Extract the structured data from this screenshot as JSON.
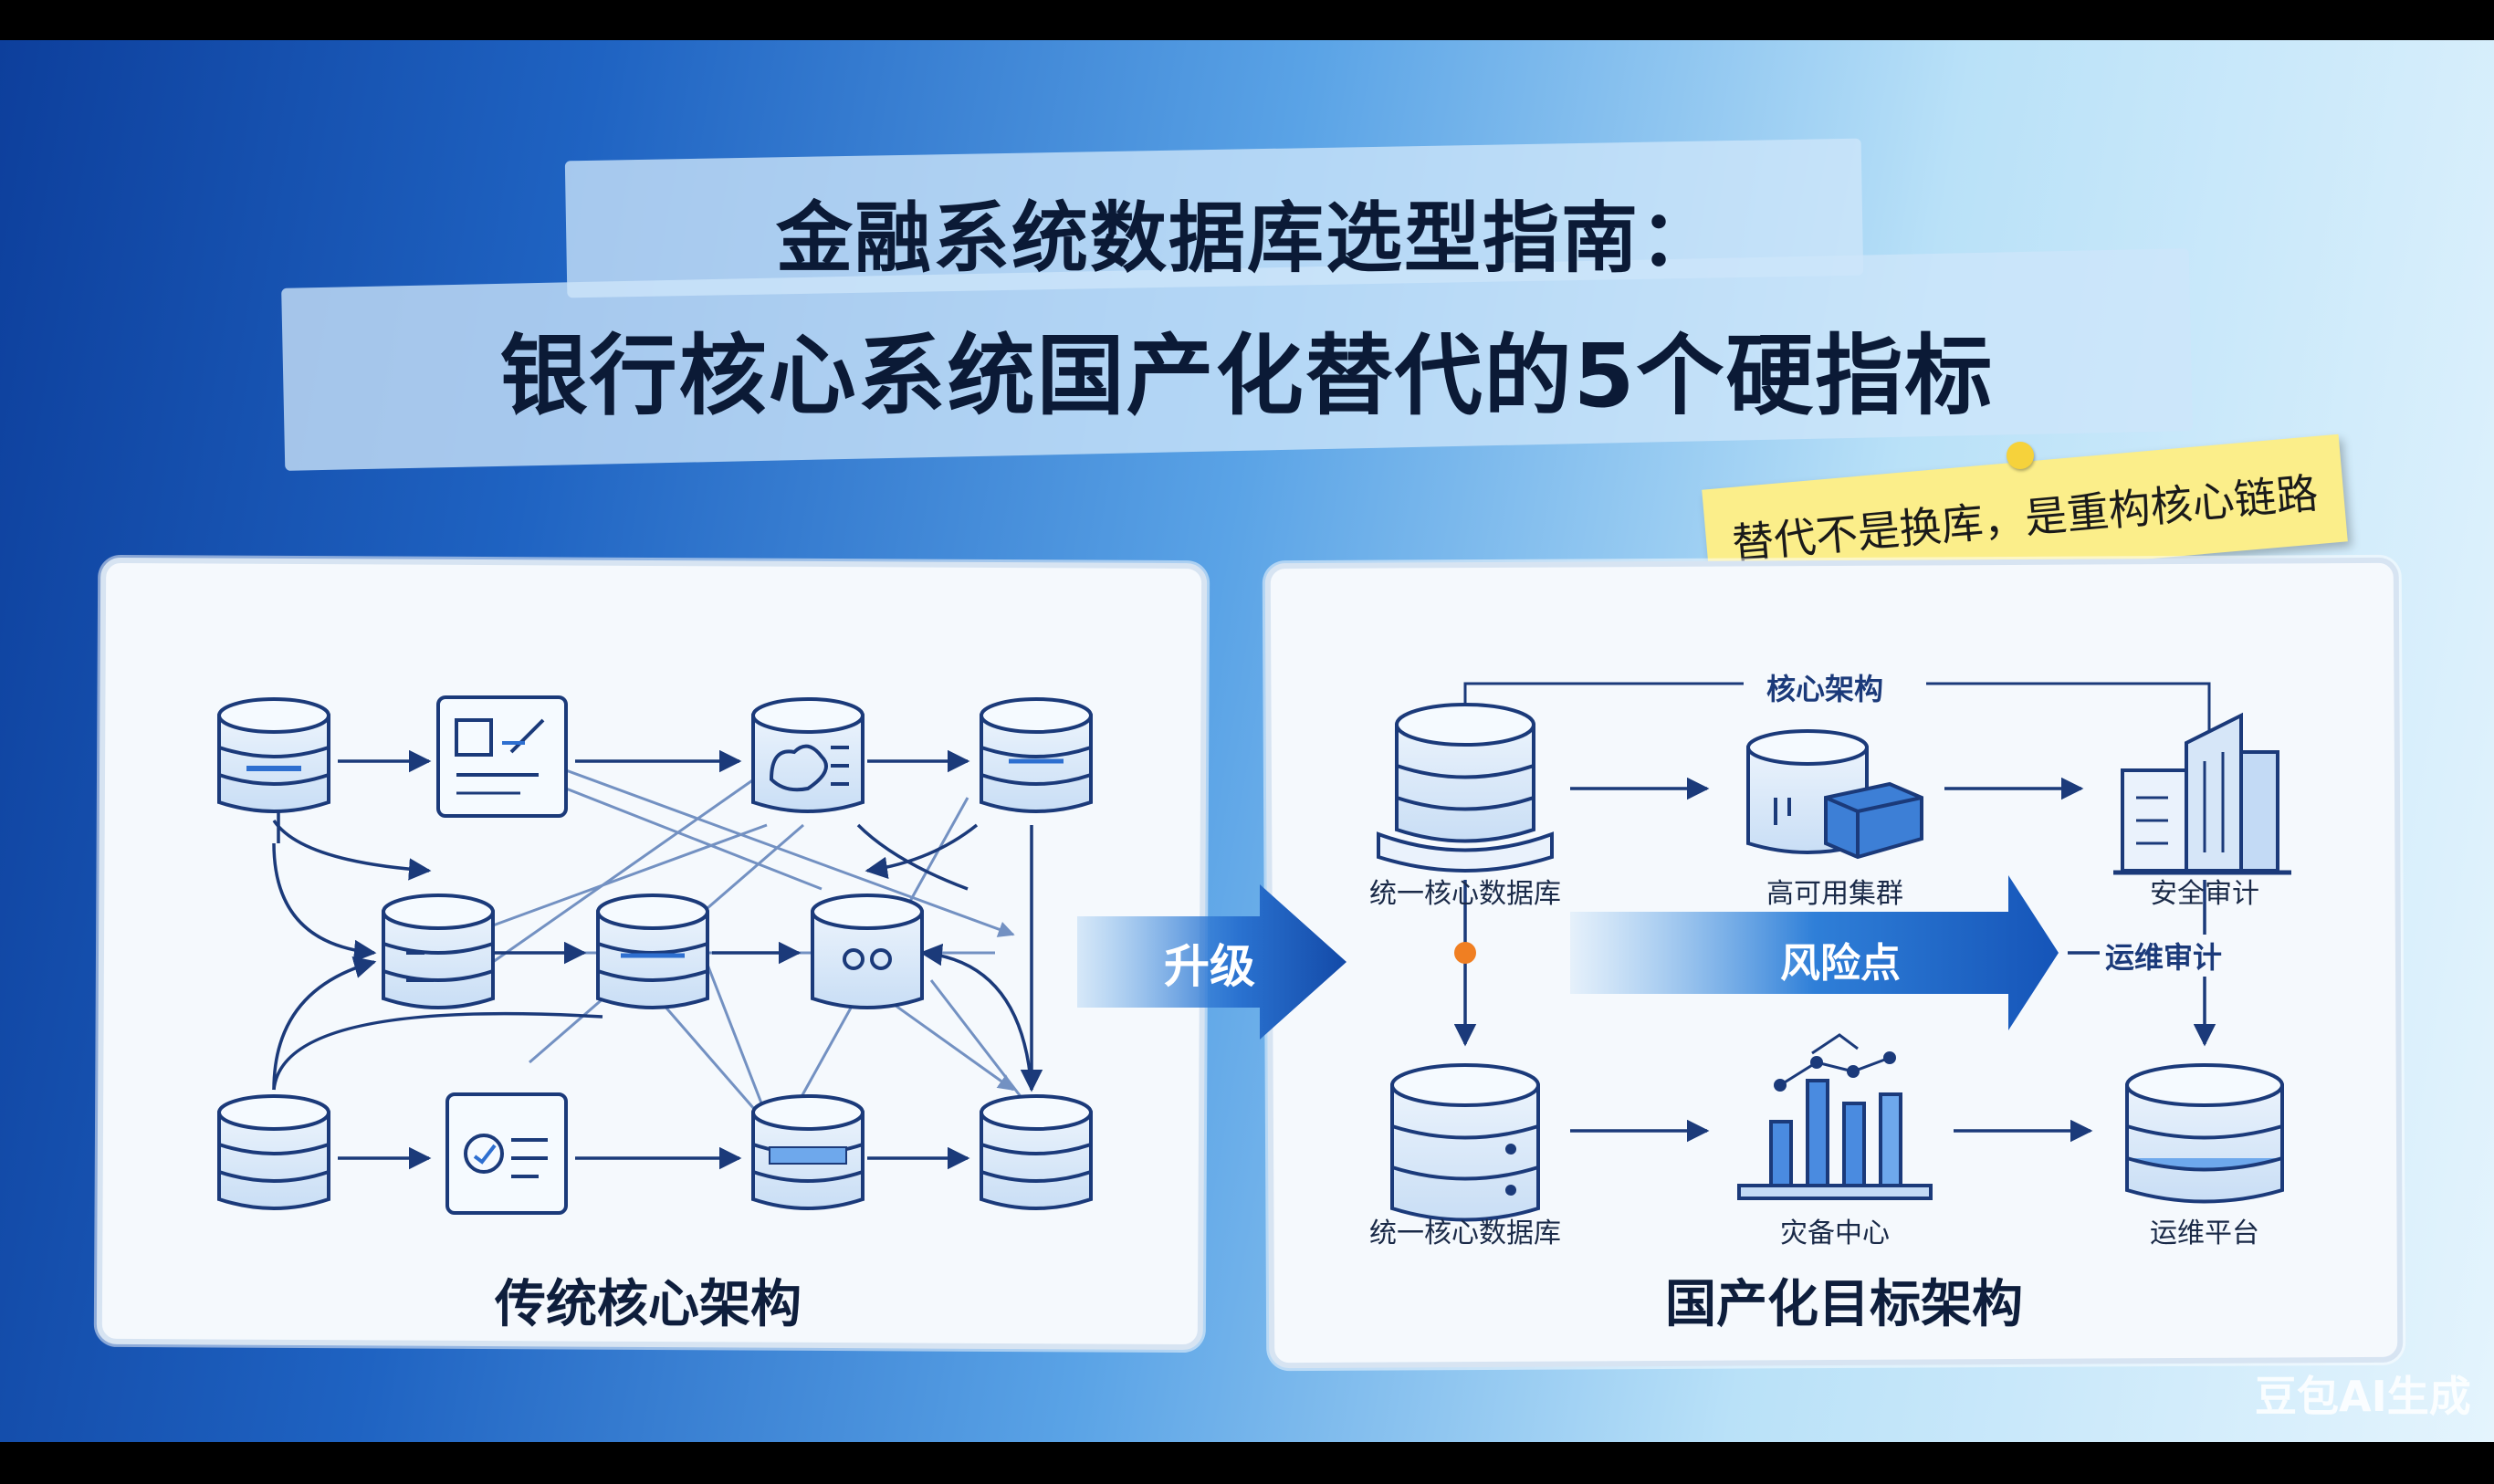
{
  "title": {
    "line1": "金融系统数据库选型指南：",
    "line2": "银行核心系统国产化替代的5个硬指标"
  },
  "sticky_note": "替代不是换库，是重构核心链路",
  "left_panel": {
    "caption": "传统核心架构"
  },
  "upgrade_label": "升级",
  "right_panel": {
    "caption": "国产化目标架构",
    "top_bracket_label": "核心架构",
    "risk_label": "风险点",
    "audit_label": "运维审计",
    "nodes": [
      {
        "label": "统一核心数据库"
      },
      {
        "label": "高可用集群"
      },
      {
        "label": "安全审计"
      },
      {
        "label": "统一核心数据库"
      },
      {
        "label": "灾备中心"
      },
      {
        "label": "运维平台"
      }
    ]
  },
  "watermark": "豆包AI生成",
  "colors": {
    "navy": "#1b3a7a",
    "accent_blue": "#1f5fc4",
    "risk_dot": "#f07f22",
    "sticky": "#fbee8a"
  }
}
